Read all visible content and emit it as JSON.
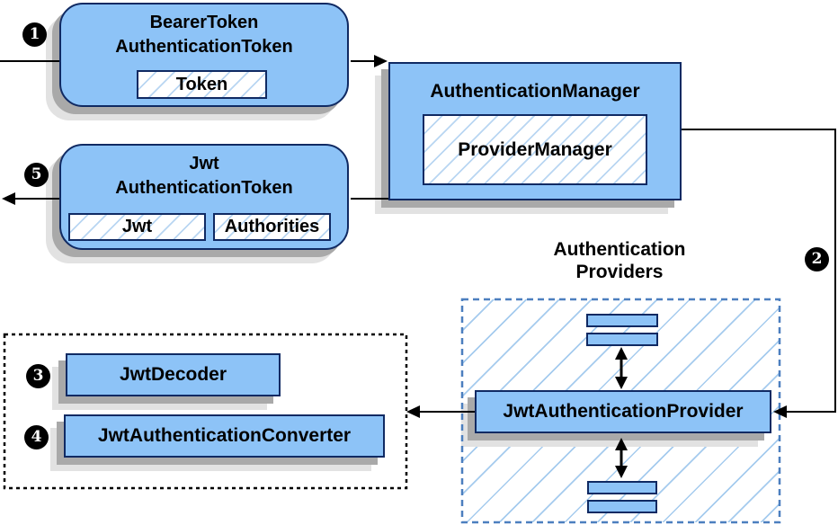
{
  "nodes": {
    "bearer_token": {
      "title_line1": "BearerToken",
      "title_line2": "AuthenticationToken",
      "chip": "Token"
    },
    "authentication_manager": {
      "title": "AuthenticationManager",
      "chip": "ProviderManager"
    },
    "jwt_authentication_token": {
      "title_line1": "Jwt",
      "title_line2": "AuthenticationToken",
      "chip_jwt": "Jwt",
      "chip_authorities": "Authorities"
    },
    "jwt_decoder": {
      "title": "JwtDecoder"
    },
    "jwt_authentication_converter": {
      "title": "JwtAuthenticationConverter"
    },
    "jwt_authentication_provider": {
      "title": "JwtAuthenticationProvider"
    },
    "providers_group": {
      "label_line1": "Authentication",
      "label_line2": "Providers"
    }
  },
  "badges": {
    "step1": "1",
    "step2": "2",
    "step3": "3",
    "step4": "4",
    "step5": "5"
  },
  "colors": {
    "node_fill": "#8dc3f7",
    "node_border": "#102a63",
    "hatch_line": "#a5cbee",
    "shadow_dark": "#a9a9a9",
    "shadow_light": "#e2e2e2",
    "providers_dash_border": "#4c7fbf",
    "black_dash_border": "#000000",
    "edge": "#000000",
    "badge_background": "#000000",
    "badge_text": "#ffffff"
  }
}
